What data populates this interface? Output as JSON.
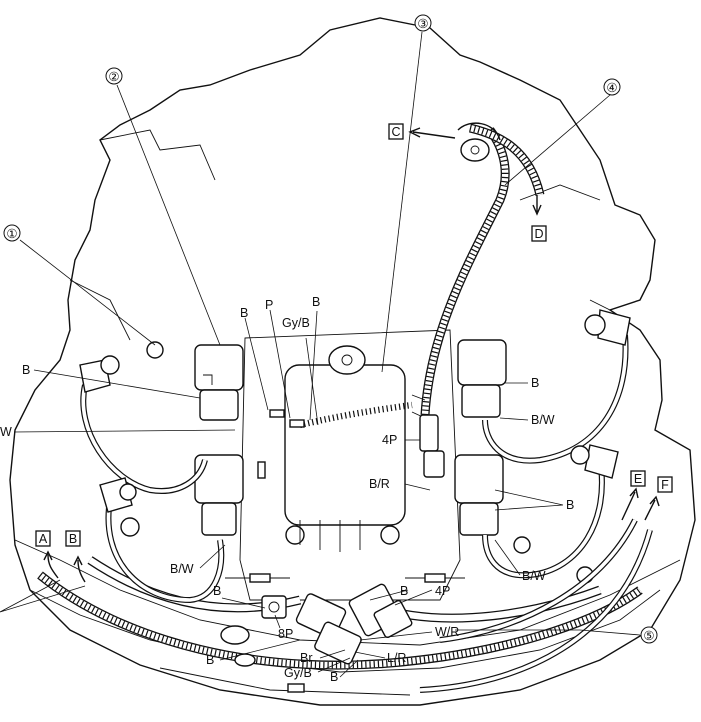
{
  "callouts": {
    "c1": "①",
    "c2": "②",
    "c3": "③",
    "c4": "④",
    "c5": "⑤"
  },
  "boxed": {
    "A": "A",
    "B": "B",
    "C": "C",
    "D": "D",
    "E": "E",
    "F": "F"
  },
  "labels": {
    "b_top_left": "B",
    "p_top": "P",
    "gyb_top": "Gy/B",
    "b_top_mid": "B",
    "b_left": "B",
    "w_left_edge": "W",
    "b_right_upper": "B",
    "bw_right": "B/W",
    "fourp_right": "4P",
    "br_right": "B/R",
    "b_right_lower": "B",
    "bw_left_lower": "B/W",
    "bw_right_lower": "B/W",
    "b_lower_left": "B",
    "b_lower_mid": "B",
    "fourp_lower": "4P",
    "eightp": "8P",
    "wr": "W/R",
    "b_bottom_left": "B",
    "br_bottom": "Br",
    "lr_bottom": "L/R",
    "gyb_bottom": "Gy/B",
    "b_bottom": "B"
  }
}
